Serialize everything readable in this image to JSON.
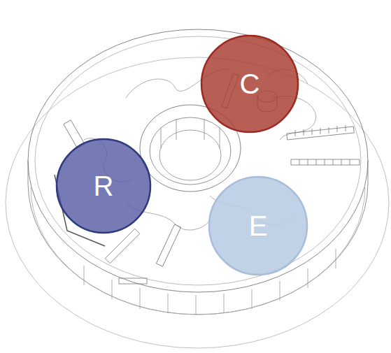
{
  "diagram": {
    "nodes": [
      {
        "text": [
          "C"
        ]
      },
      {
        "text": [
          "R"
        ]
      },
      {
        "text": [
          "E"
        ]
      }
    ]
  }
}
